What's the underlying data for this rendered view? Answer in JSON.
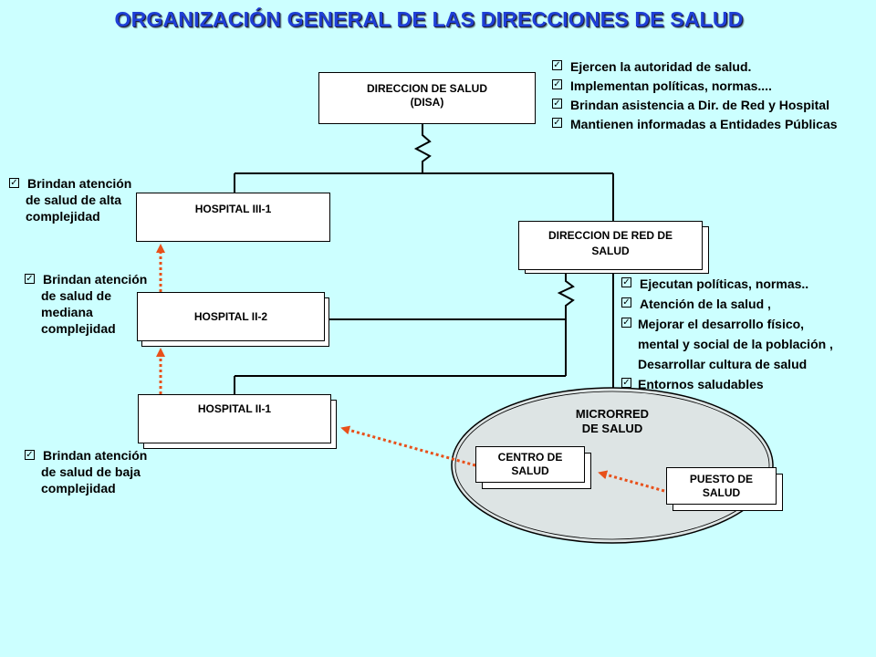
{
  "title": "ORGANIZACIÓN GENERAL DE LAS DIRECCIONES DE SALUD",
  "icons": {
    "check": "check-box-icon"
  },
  "colors": {
    "background": "#ccffff",
    "title": "#1f3fd6",
    "arrow": "#e8501a",
    "line": "#000000"
  },
  "boxes": {
    "disa": {
      "line1": "DIRECCION DE SALUD",
      "line2": "(DISA)"
    },
    "hospital_3_1": "HOSPITAL III-1",
    "hospital_2_2": "HOSPITAL  II-2",
    "hospital_2_1": "HOSPITAL  II-1",
    "red": {
      "line1": "DIRECCION  DE RED DE",
      "line2": "SALUD"
    },
    "microrred": {
      "line1": "MICRORRED",
      "line2": "DE SALUD"
    },
    "centro": {
      "line1": "CENTRO DE",
      "line2": "SALUD"
    },
    "puesto": {
      "line1": "PUESTO DE",
      "line2": "SALUD"
    }
  },
  "notes": {
    "disa": [
      "Ejercen la autoridad de salud.",
      "Implementan  políticas, normas....",
      "Brindan asistencia a Dir. de Red y Hospital",
      "Mantienen informadas a Entidades Públicas"
    ],
    "alta": [
      "Brindan atención",
      "de salud de alta",
      "complejidad"
    ],
    "mediana": [
      "Brindan atención",
      "de salud de",
      "mediana",
      "complejidad"
    ],
    "baja": [
      "Brindan atención",
      "de salud de baja",
      "complejidad"
    ],
    "red": {
      "item1": "Ejecutan políticas, normas..",
      "item2": "Atención de la salud ,",
      "item3_line1": "Mejorar el desarrollo físico,",
      "item3_line2": "mental y social de la población ,",
      "item3_line3": "Desarrollar cultura de salud",
      "item4": "Entornos saludables"
    }
  }
}
